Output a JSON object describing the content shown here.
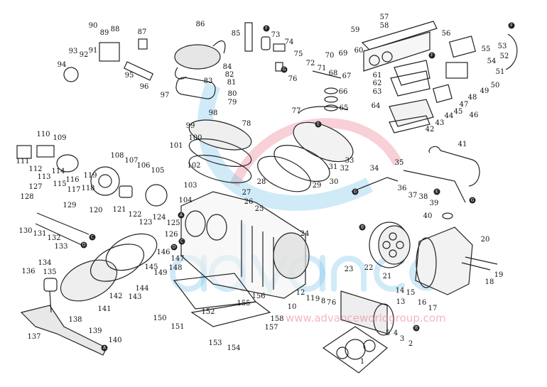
{
  "diagram": {
    "watermark_word": "advance",
    "watermark_url": "www.advanceworldgroup.com",
    "part_numbers": [
      "1",
      "2",
      "3",
      "4",
      "5",
      "6",
      "7",
      "8",
      "9",
      "10",
      "11",
      "12",
      "13",
      "14",
      "15",
      "16",
      "17",
      "18",
      "19",
      "20",
      "21",
      "22",
      "23",
      "24",
      "25",
      "26",
      "27",
      "28",
      "29",
      "30",
      "31",
      "32",
      "33",
      "34",
      "35",
      "36",
      "37",
      "38",
      "39",
      "40",
      "41",
      "42",
      "43",
      "44",
      "45",
      "46",
      "47",
      "48",
      "49",
      "50",
      "51",
      "52",
      "53",
      "54",
      "55",
      "56",
      "57",
      "58",
      "59",
      "60",
      "61",
      "62",
      "63",
      "64",
      "65",
      "66",
      "67",
      "68",
      "69",
      "70",
      "71",
      "72",
      "73",
      "74",
      "75",
      "76",
      "77",
      "78",
      "79",
      "80",
      "81",
      "82",
      "83",
      "84",
      "85",
      "86",
      "87",
      "88",
      "89",
      "90",
      "91",
      "92",
      "93",
      "94",
      "95",
      "96",
      "97",
      "98",
      "99",
      "100",
      "101",
      "102",
      "103",
      "104",
      "105",
      "106",
      "107",
      "108",
      "109",
      "110",
      "111",
      "112",
      "113",
      "114",
      "115",
      "116",
      "117",
      "118",
      "119",
      "120",
      "121",
      "122",
      "123",
      "124",
      "125",
      "126",
      "127",
      "128",
      "129",
      "130",
      "131",
      "132",
      "133",
      "134",
      "135",
      "136",
      "137",
      "138",
      "139",
      "140",
      "141",
      "142",
      "143",
      "144",
      "145",
      "146",
      "147",
      "148",
      "149",
      "150",
      "151",
      "152",
      "153",
      "154",
      "155",
      "156",
      "157",
      "158"
    ],
    "connection_markers": [
      "A",
      "B",
      "C",
      "D",
      "E",
      "F",
      "G",
      "A",
      "B",
      "C",
      "D",
      "F",
      "G",
      "E",
      "F",
      "G"
    ]
  },
  "colors": {
    "line": "#222222",
    "watermark_blue": "#78c3eb",
    "watermark_red": "#eb788c"
  }
}
